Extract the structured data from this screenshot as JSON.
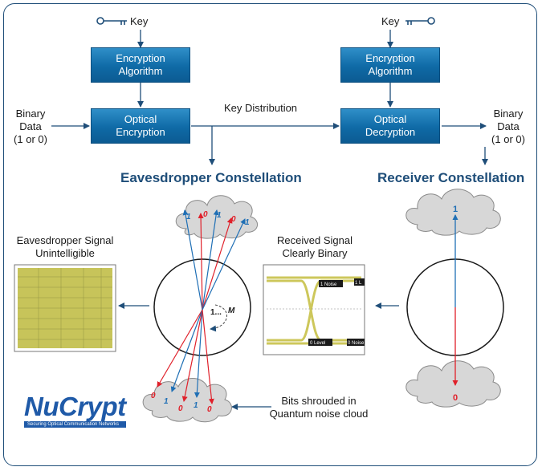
{
  "left": {
    "key_label": "Key",
    "encryption_block": [
      "Encryption",
      "Algorithm"
    ],
    "optical_block": [
      "Optical",
      "Encryption"
    ],
    "input_label": [
      "Binary",
      "Data",
      "(1 or 0)"
    ]
  },
  "right": {
    "key_label": "Key",
    "encryption_block": [
      "Encryption",
      "Algorithm"
    ],
    "optical_block": [
      "Optical",
      "Decryption"
    ],
    "output_label": [
      "Binary",
      "Data",
      "(1 or 0)"
    ]
  },
  "key_distribution": "Key Distribution",
  "eavesdropper_title": "Eavesdropper Constellation",
  "receiver_title": "Receiver Constellation",
  "eavesdropper_signal": [
    "Eavesdropper Signal",
    "Unintelligible"
  ],
  "received_signal": [
    "Received Signal",
    "Clearly Binary"
  ],
  "noise_caption": [
    "Bits shrouded in",
    "Quantum noise cloud"
  ],
  "top_cloud_bits": [
    "1",
    "0",
    "1",
    "0",
    "1"
  ],
  "bottom_cloud_bits": [
    "0",
    "1",
    "0",
    "1",
    "0"
  ],
  "eaves_center_label": "1...",
  "eaves_m_label": "M",
  "receiver_bits": [
    "1",
    "0"
  ],
  "eye_labels": {
    "noise_1": "1 Noise",
    "level_1": "1 L",
    "level_0": "0 Level",
    "noise_0": "0 Noise"
  },
  "logo": {
    "name": "NuCrypt",
    "tagline": "Securing Optical Communication Networks"
  },
  "colors": {
    "frame": "#1f4e79",
    "block": "#0f6aa6",
    "title": "#1f4e79",
    "bit_one": "#1f6fb5",
    "bit_zero": "#e0202a",
    "eye_trace": "#c8c24a"
  }
}
